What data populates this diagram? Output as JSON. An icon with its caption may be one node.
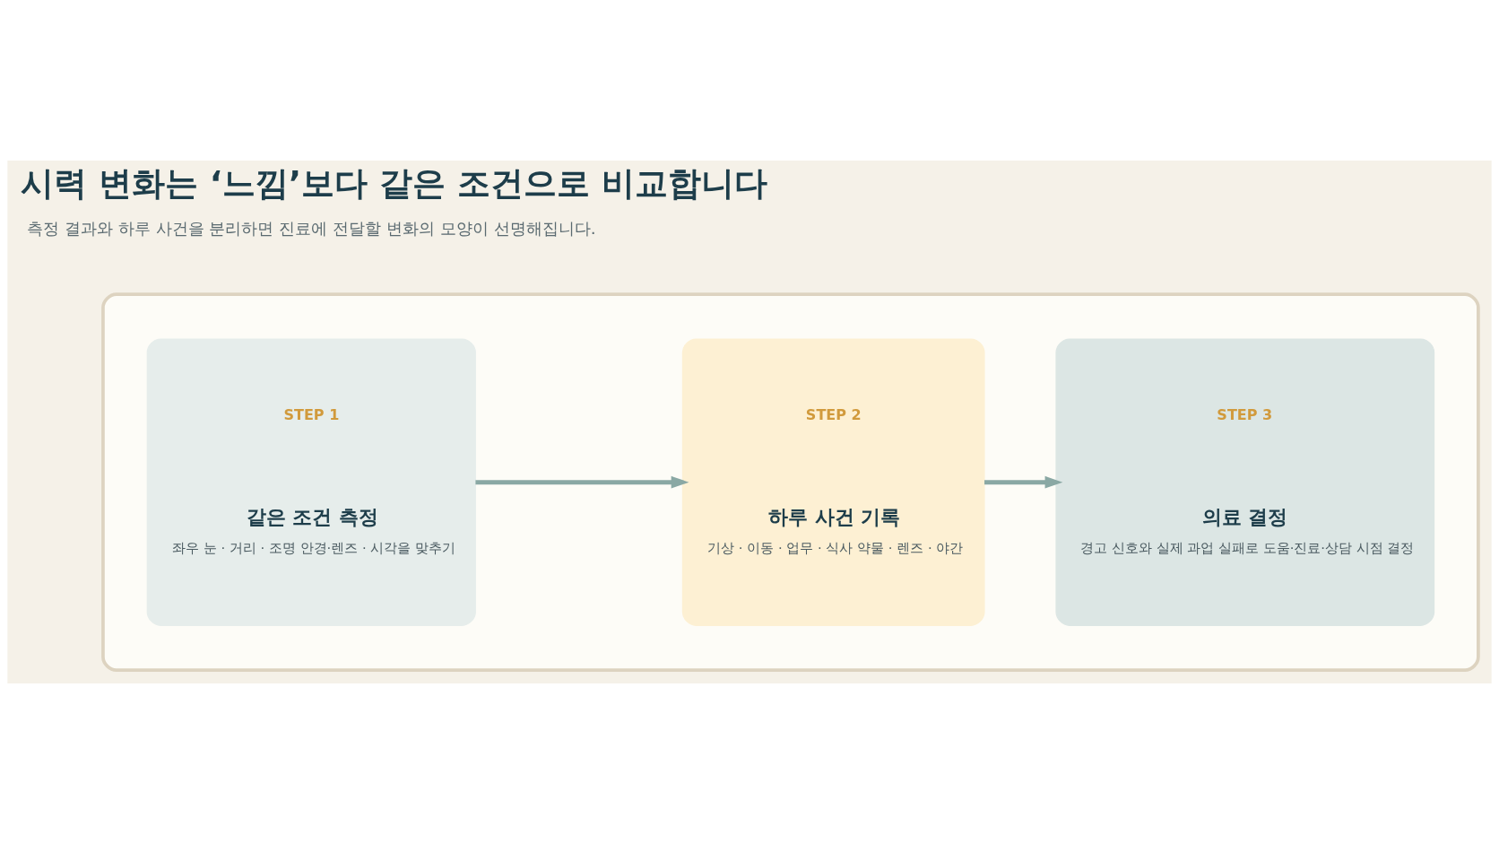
{
  "diagram": {
    "title": "시력 변화는 ‘느낌’보다 같은 조건으로 비교합니다",
    "nodes": [
      {
        "text": [],
        "shape": "box"
      },
      {
        "text": [
          "STEP 1",
          "같은 조건 측정",
          "좌우 눈 · 거리 · 조명 안경·렌즈 · 시각을 맞추기"
        ],
        "in": 0
      },
      {
        "text": [
          "STEP 2",
          "하루 사건 기록",
          "기상 · 이동 · 업무 · 식사 약물 · 렌즈 · 야간"
        ],
        "in": 0
      },
      {
        "text": [
          "STEP 3",
          "의료 결정",
          "경고 신호와 실제 과업 실패로 도움·진료·상담 시점 결정"
        ],
        "in": 0
      }
    ],
    "edges": [
      {
        "from": 1,
        "to": 2,
        "arrow": "to"
      },
      {
        "from": 2,
        "to": 3,
        "arrow": "to"
      }
    ],
    "labels": [
      "측정 결과와 하루 사건을 분리하면 진료에 전달할 변화의 모양이 선명해집니다."
    ]
  }
}
